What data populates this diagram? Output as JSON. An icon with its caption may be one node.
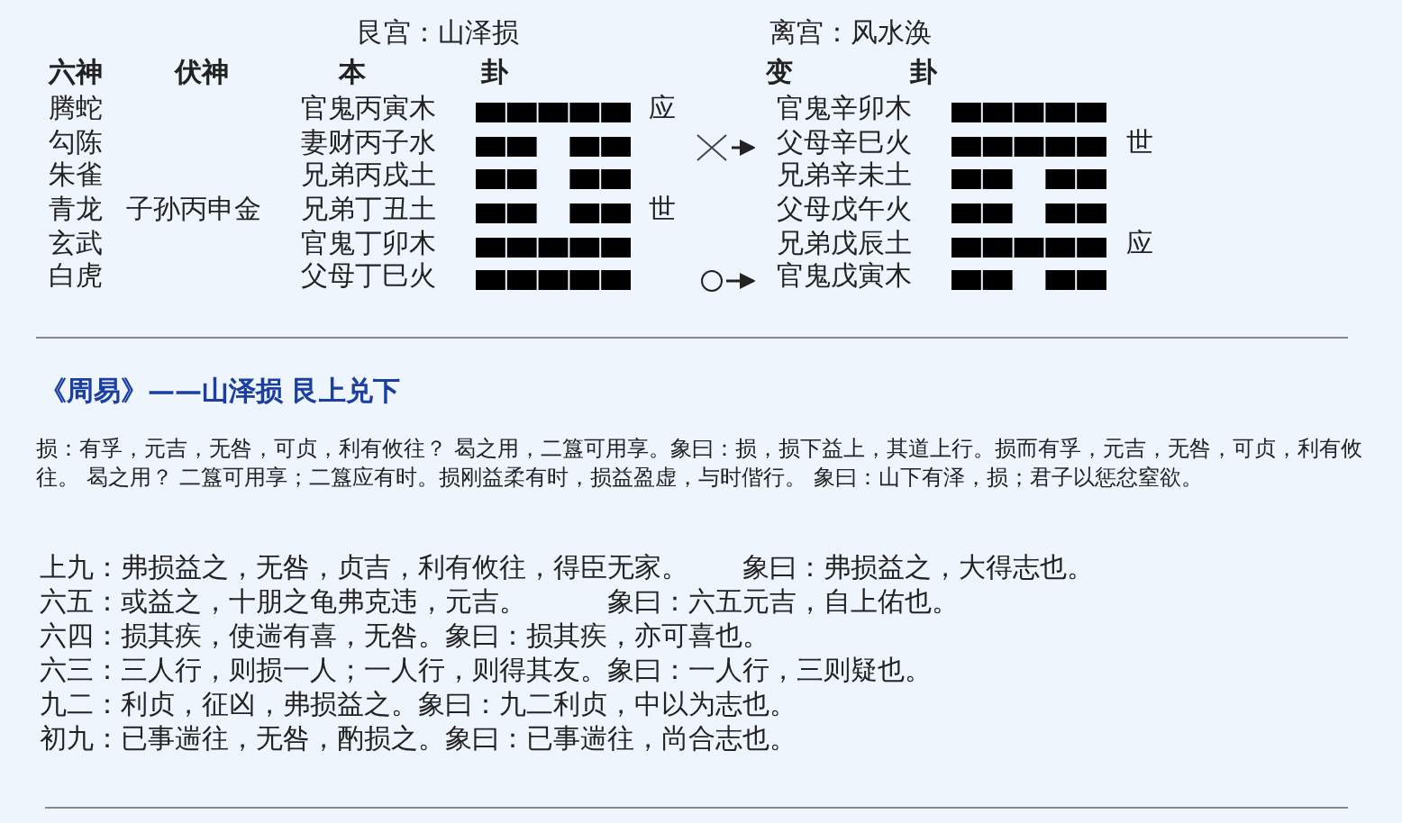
{
  "diagram": {
    "labels": [
      "艮宫：山泽损",
      "离宫：风水涣",
      "六神",
      "伏神",
      "本",
      "卦",
      "变",
      "卦",
      "腾蛇",
      "官鬼丙寅木",
      "应",
      "官鬼辛卯木",
      "勾陈",
      "妻财丙子水",
      "父母辛巳火",
      "世",
      "朱雀",
      "兄弟丙戌土",
      "兄弟辛未土",
      "青龙",
      "子孙丙申金",
      "兄弟丁丑土",
      "世",
      "父母戊午火",
      "玄武",
      "官鬼丁卯木",
      "兄弟戊辰土",
      "应",
      "白虎",
      "父母丁巳火",
      "官鬼戊寅木",
      "《周易》——山泽损 艮上兑下",
      "损：有孚，元吉，无咎，可贞，利有攸往？ 曷之用，二簋可用享。象曰：损，损下益上，其道上行。损而有孚，元吉，无咎，可贞，利有攸往。 曷之用？ 二簋可用享；二簋应有时。损刚益柔有时，损益盈虚，与时偕行。 象曰：山下有泽，损；君子以惩忿窒欲。",
      "上九：弗损益之，无咎，贞吉，利有攸往，得臣无家。　　象曰：弗损益之，大得志也。",
      "六五：或益之，十朋之龟弗克违，元吉。　　　象曰：六五元吉，自上佑也。",
      "六四：损其疾，使遄有喜，无咎。象曰：损其疾，亦可喜也。",
      "六三：三人行，则损一人；一人行，则得其友。象曰：一人行，三则疑也。",
      "九二：利贞，征凶，弗损益之。象曰：九二利贞，中以为志也。",
      "初九：已事遄往，无咎，酌损之。象曰：已事遄往，尚合志也。"
    ]
  }
}
